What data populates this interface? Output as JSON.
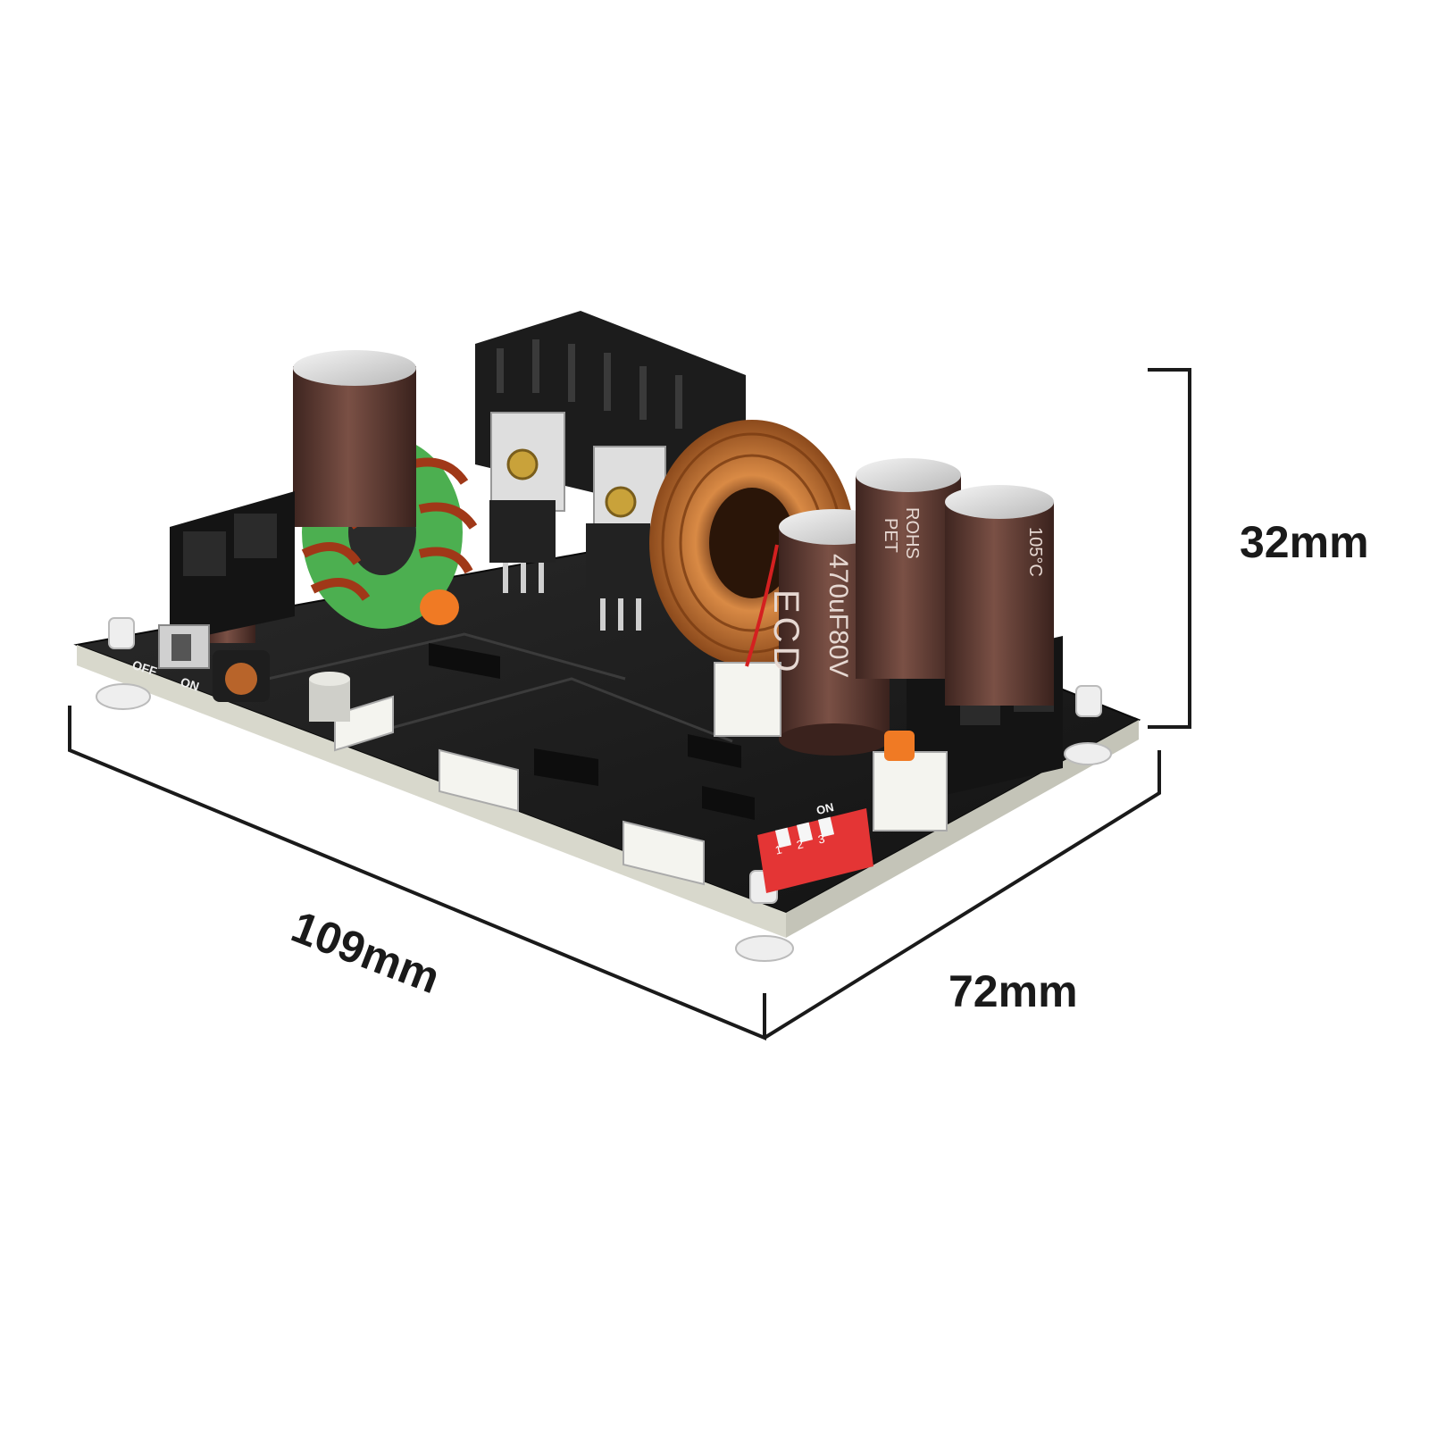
{
  "dimensions": {
    "height": "32mm",
    "length": "109mm",
    "width": "72mm"
  },
  "board_markings": {
    "switch_off": "OFF",
    "switch_on": "ON",
    "dip_switch": "ON",
    "dip_positions": [
      "1",
      "2",
      "3"
    ],
    "cap_big_1": "ECD",
    "cap_big_1_rating": "470uF80V",
    "cap_side_1": "ROHS",
    "cap_side_2": "PET",
    "cap_side_3": "105°C"
  },
  "colors": {
    "pcb": "#1b1b1b",
    "capacitor": "#5a3a30",
    "copper": "#b8642a",
    "dip_red": "#e43535",
    "line": "#1a1a1a"
  }
}
